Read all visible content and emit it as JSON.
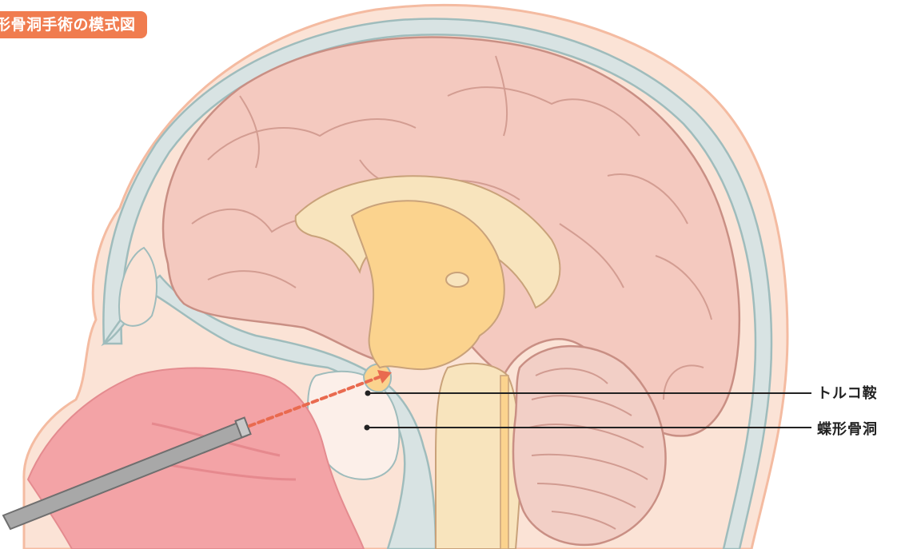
{
  "title": "形骨洞手術の模式図",
  "labels": {
    "sella_turcica": "トルコ鞍",
    "sphenoid_sinus": "蝶形骨洞"
  },
  "colors": {
    "title_badge": "#f07c4f",
    "skin": "#fbe3d6",
    "skin_edge": "#f4bba1",
    "skull": "#d8e3e3",
    "skull_edge": "#9fbcbc",
    "cerebrum": "#f4c9bf",
    "cerebrum_line": "#c98f84",
    "corpus_callosum": "#f8e4bd",
    "diencephalon": "#fbd38e",
    "cerebellum": "#f2cfc6",
    "brainstem": "#f8e4bd",
    "nasal_cavity": "#f3a3a6",
    "endoscope": "#a8a8a8",
    "path_arrow": "#e96a4f",
    "leader_line": "#222222"
  },
  "icons": [
    "endoscope",
    "arrow"
  ]
}
